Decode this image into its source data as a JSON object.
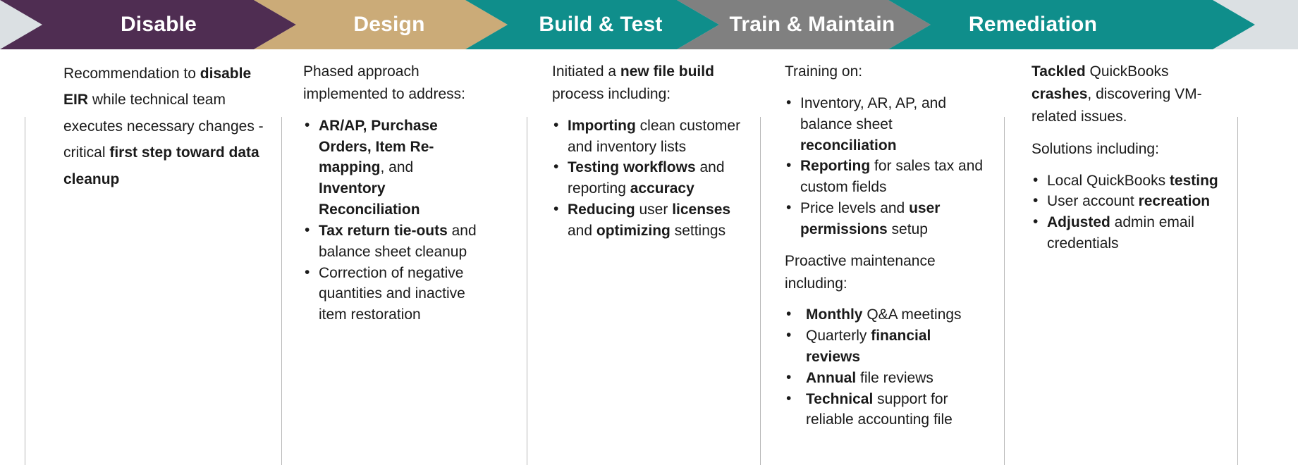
{
  "banner": {
    "background_color": "#dbe0e3",
    "phases": [
      {
        "label": "Disable",
        "color": "#4f2d52"
      },
      {
        "label": "Design",
        "color": "#cbab78"
      },
      {
        "label": "Build & Test",
        "color": "#0f8e8b"
      },
      {
        "label": "Train & Maintain",
        "color": "#808080"
      },
      {
        "label": "Remediation",
        "color": "#0f8e8b"
      }
    ]
  },
  "columns": [
    {
      "name": "disable",
      "intro_runs": [
        {
          "text": "Recommendation to ",
          "bold": false
        },
        {
          "text": "disable EIR",
          "bold": true
        },
        {
          "text": " while technical team executes necessary changes - critical ",
          "bold": false
        },
        {
          "text": "first step toward data cleanup",
          "bold": true
        }
      ],
      "bullets": []
    },
    {
      "name": "design",
      "intro_runs": [
        {
          "text": "Phased approach implemented to address:",
          "bold": false
        }
      ],
      "bullets": [
        [
          {
            "text": "AR/AP, Purchase Orders, Item Re-mapping",
            "bold": true
          },
          {
            "text": ", and ",
            "bold": false
          },
          {
            "text": "Inventory Reconciliation",
            "bold": true
          }
        ],
        [
          {
            "text": "Tax return tie-outs",
            "bold": true
          },
          {
            "text": " and balance sheet cleanup",
            "bold": false
          }
        ],
        [
          {
            "text": "Correction of negative quantities and inactive item restoration",
            "bold": false
          }
        ]
      ]
    },
    {
      "name": "build-and-test",
      "intro_runs": [
        {
          "text": "Initiated a ",
          "bold": false
        },
        {
          "text": "new file build",
          "bold": true
        },
        {
          "text": " process including:",
          "bold": false
        }
      ],
      "bullets": [
        [
          {
            "text": "Importing",
            "bold": true
          },
          {
            "text": " clean customer and inventory lists",
            "bold": false
          }
        ],
        [
          {
            "text": "Testing workflows",
            "bold": true
          },
          {
            "text": " and reporting ",
            "bold": false
          },
          {
            "text": "accuracy",
            "bold": true
          }
        ],
        [
          {
            "text": "Reducing",
            "bold": true
          },
          {
            "text": " user ",
            "bold": false
          },
          {
            "text": "licenses",
            "bold": true
          },
          {
            "text": " and ",
            "bold": false
          },
          {
            "text": "optimizing",
            "bold": true
          },
          {
            "text": " settings",
            "bold": false
          }
        ]
      ]
    },
    {
      "name": "train-and-maintain",
      "intro_runs": [
        {
          "text": "Training on:",
          "bold": false
        }
      ],
      "bullets": [
        [
          {
            "text": "Inventory, AR, AP, and balance sheet ",
            "bold": false
          },
          {
            "text": "reconciliation",
            "bold": true
          }
        ],
        [
          {
            "text": "Reporting",
            "bold": true
          },
          {
            "text": " for sales tax and custom fields",
            "bold": false
          }
        ],
        [
          {
            "text": "Price levels and ",
            "bold": false
          },
          {
            "text": "user permissions",
            "bold": true
          },
          {
            "text": " setup",
            "bold": false
          }
        ]
      ],
      "intro2_runs": [
        {
          "text": "Proactive maintenance including:",
          "bold": false
        }
      ],
      "bullets2": [
        [
          {
            "text": "Monthly",
            "bold": true
          },
          {
            "text": " Q&A meetings",
            "bold": false
          }
        ],
        [
          {
            "text": "Quarterly ",
            "bold": false
          },
          {
            "text": "financial reviews",
            "bold": true
          }
        ],
        [
          {
            "text": "Annual",
            "bold": true
          },
          {
            "text": " file reviews",
            "bold": false
          }
        ],
        [
          {
            "text": "Technical",
            "bold": true
          },
          {
            "text": " support for reliable accounting file",
            "bold": false
          }
        ]
      ]
    },
    {
      "name": "remediation",
      "intro_runs": [
        {
          "text": "Tackled",
          "bold": true
        },
        {
          "text": " QuickBooks ",
          "bold": false
        },
        {
          "text": "crashes",
          "bold": true
        },
        {
          "text": ", discovering VM-related issues.",
          "bold": false
        }
      ],
      "intro2_runs": [
        {
          "text": "Solutions including:",
          "bold": false
        }
      ],
      "bullets2": [
        [
          {
            "text": "Local QuickBooks ",
            "bold": false
          },
          {
            "text": "testing",
            "bold": true
          }
        ],
        [
          {
            "text": "User account ",
            "bold": false
          },
          {
            "text": "recreation",
            "bold": true
          }
        ],
        [
          {
            "text": "Adjusted",
            "bold": true
          },
          {
            "text": " admin email credentials",
            "bold": false
          }
        ]
      ]
    }
  ]
}
